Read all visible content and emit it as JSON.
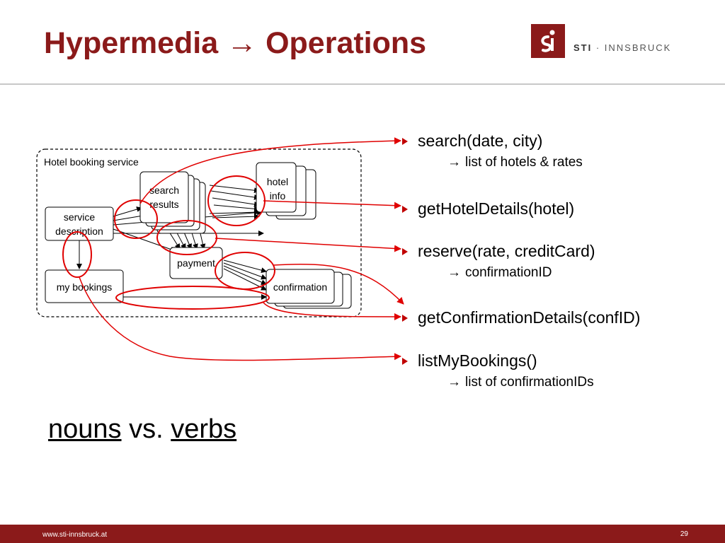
{
  "slide": {
    "title_part1": "Hypermedia",
    "title_arrow": "→",
    "title_part2": "Operations",
    "page_number": "29"
  },
  "logo": {
    "brand_bold": "STI",
    "brand_rest": " · INNSBRUCK",
    "icon": "sti-logo-icon"
  },
  "diagram": {
    "container_label": "Hotel booking service",
    "nodes": {
      "service_description": [
        "service",
        "description"
      ],
      "my_bookings": "my bookings",
      "search_results": [
        "search",
        "results"
      ],
      "hotel_info": [
        "hotel",
        "info"
      ],
      "payment": "payment",
      "confirmation": "confirmation"
    },
    "highlight_color": "#e00000"
  },
  "operations": [
    {
      "name": "search(date, city)",
      "result": "list of hotels & rates"
    },
    {
      "name": "getHotelDetails(hotel)",
      "result": ""
    },
    {
      "name": "reserve(rate, creditCard)",
      "result": "confirmationID"
    },
    {
      "name": "getConfirmationDetails(confID)",
      "result": ""
    },
    {
      "name": "listMyBookings()",
      "result": "list of confirmationIDs"
    }
  ],
  "caption": {
    "nouns": "nouns",
    "vs": " vs. ",
    "verbs": "verbs"
  },
  "footer": {
    "url": "www.sti-innsbruck.at"
  },
  "colors": {
    "brand": "#8b1a1a",
    "highlight": "#e00000",
    "bullet": "#c00000"
  }
}
